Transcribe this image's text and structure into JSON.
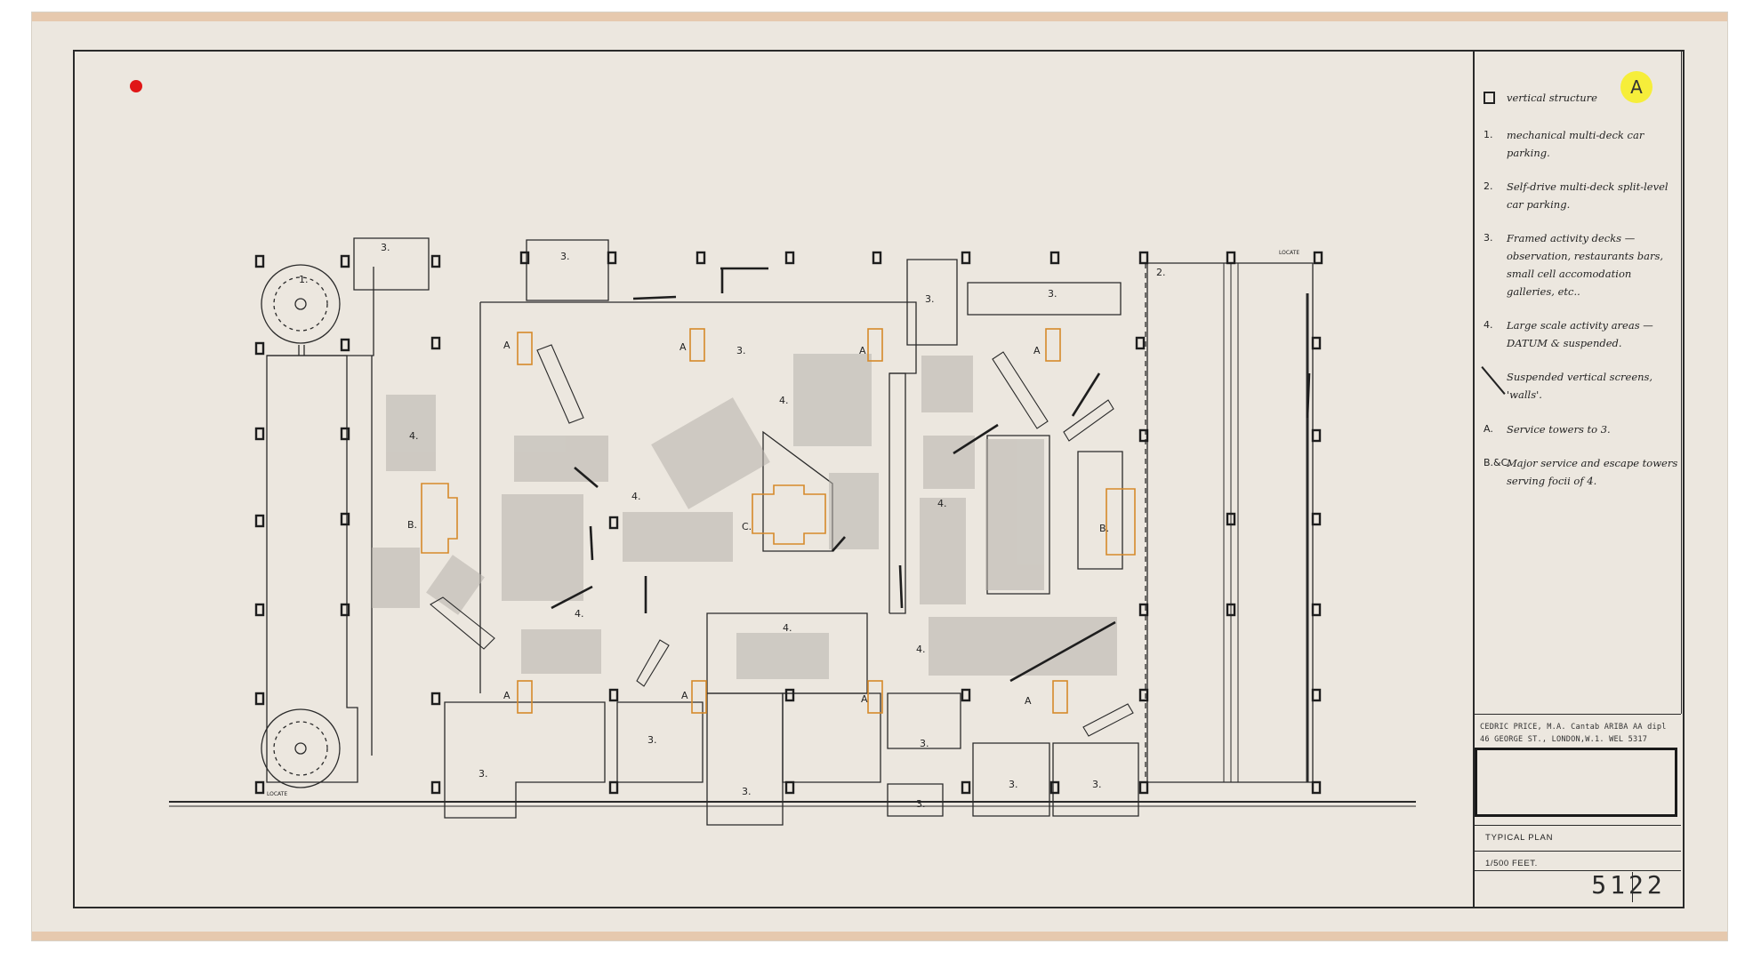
{
  "legend": {
    "vertical_structure": "vertical structure",
    "items": [
      {
        "key": "1.",
        "text": "mechanical multi-deck car parking."
      },
      {
        "key": "2.",
        "text": "Self-drive multi-deck split-level car parking."
      },
      {
        "key": "3.",
        "text": "Framed activity decks — observation, restaurants bars, small cell accomodation galleries, etc.."
      },
      {
        "key": "4.",
        "text": "Large scale activity areas — DATUM & suspended."
      }
    ],
    "screens": "Suspended vertical screens, 'walls'.",
    "service_items": [
      {
        "key": "A.",
        "text": "Service towers to 3."
      },
      {
        "key": "B.&C.",
        "text": "Major service and escape towers serving focii of 4."
      }
    ],
    "badge": "A"
  },
  "title_block": {
    "address_line1": "CEDRIC PRICE, M.A. Cantab ARIBA AA dipl",
    "address_line2": "46 GEORGE ST., LONDON,W.1.   WEL 5317",
    "drawing_title": "TYPICAL PLAN",
    "scale": "1/500 FEET.",
    "number_left": "51",
    "number_right": "22"
  },
  "plan_labels": {
    "n1": "1.",
    "n2": "2.",
    "n3": "3.",
    "n4": "4.",
    "a": "A",
    "b": "B.",
    "c": "C.",
    "locate": "LOCATE"
  },
  "colors": {
    "paper": "#ece7df",
    "ink": "#2a2a2a",
    "shade": "#b7b2ab",
    "accent_yellow": "#f6ee3a",
    "accent_orange": "#d68a2a",
    "dot_red": "#e01616"
  }
}
